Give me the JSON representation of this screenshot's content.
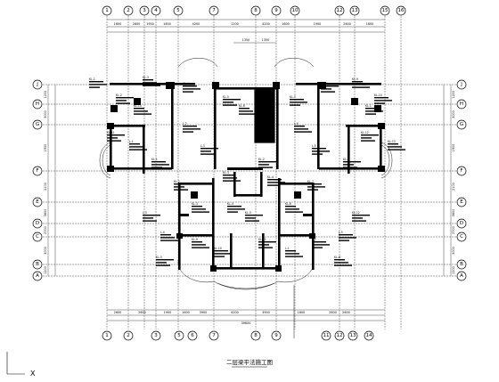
{
  "drawing": {
    "title": "二层梁平法施工图"
  },
  "axes": {
    "top": [
      "1",
      "2",
      "3",
      "4",
      "5",
      "7",
      "8",
      "9",
      "10",
      "12",
      "13",
      "15",
      "16"
    ],
    "bottom": [
      "1",
      "2",
      "3",
      "5",
      "6",
      "7",
      "8",
      "9",
      "11",
      "12",
      "13",
      "14"
    ],
    "left": [
      "J",
      "H",
      "G",
      "F",
      "E",
      "D",
      "C",
      "B",
      "A"
    ],
    "right": [
      "J",
      "H",
      "G",
      "F",
      "E",
      "D",
      "C",
      "B",
      "A"
    ]
  },
  "dimensions": {
    "top_row": [
      "1600",
      "2600",
      "1900",
      "1600",
      "4200",
      "1200",
      "4200",
      "1600",
      "1900",
      "2600",
      "1600"
    ],
    "top_middle": [
      "1350",
      "1350"
    ],
    "bottom_row": [
      "2600",
      "2600",
      "1900",
      "1600",
      "3900",
      "4200",
      "3900",
      "1600",
      "2600",
      "2600"
    ],
    "bottom_total": "39600",
    "left_side": [
      "1200",
      "3000",
      "1900",
      "2100",
      "3600",
      "2700",
      "3000",
      "1200"
    ],
    "right_side": [
      "1200",
      "3000",
      "1900",
      "2100",
      "3600",
      "2700",
      "3000",
      "1200"
    ]
  },
  "beam_tags": [
    "KL-1",
    "KL-2",
    "KL-3",
    "KL-4",
    "KL-5",
    "KL-6",
    "KL-7",
    "KL-8",
    "KL-9",
    "KL-10",
    "KL-11",
    "L-1",
    "L-2",
    "L-3",
    "L-4",
    "L-5",
    "KL-12",
    "KL-13"
  ],
  "north_marker": "X"
}
